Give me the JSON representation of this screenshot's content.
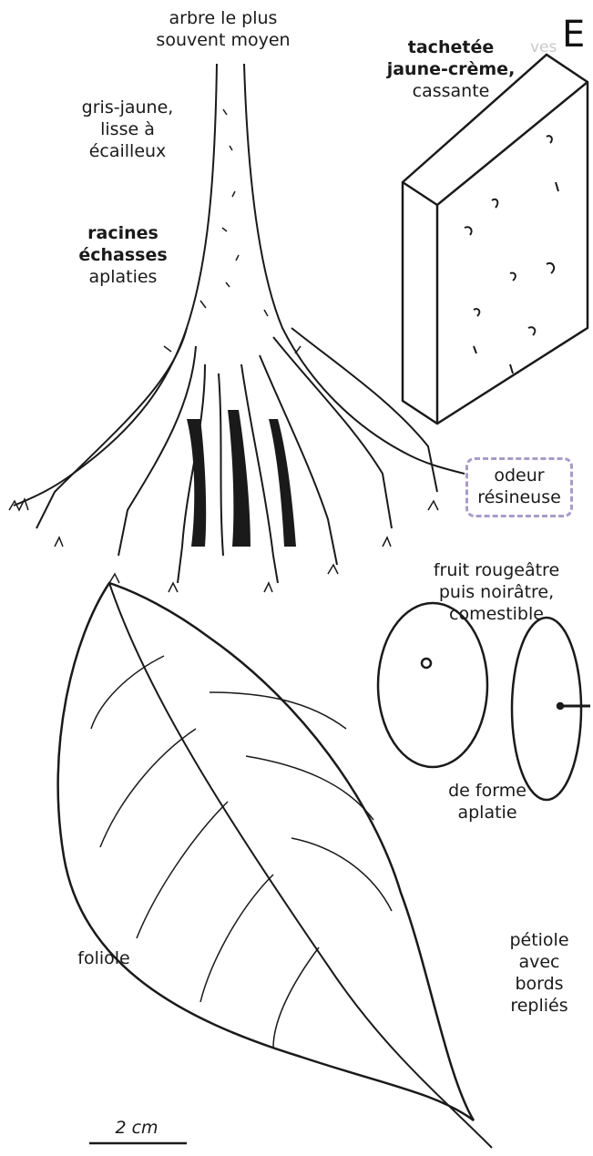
{
  "corner_letter": "E",
  "labels": {
    "tree_size": [
      "arbre le plus",
      "souvent moyen"
    ],
    "bark_surface": [
      "gris-jaune,",
      "lisse à",
      "écailleux"
    ],
    "stilt_roots": [
      "racines",
      "échasses",
      "aplaties"
    ],
    "slash": [
      "tachetée",
      "jaune-crème,",
      "cassante"
    ],
    "odour": [
      "odeur",
      "résineuse"
    ],
    "fruit": [
      "fruit rougeâtre",
      "puis noirâtre,",
      "comestible"
    ],
    "fruit_shape": [
      "de forme",
      "aplatie"
    ],
    "leaflet": "foliole",
    "petiole": [
      "pétiole",
      "avec",
      "bords",
      "repliés"
    ],
    "scale_bar": "2 cm"
  },
  "colors": {
    "ink": "#1a1a1a",
    "odour_box": "#a89cc8",
    "bleed_text": "#c9c9c9"
  }
}
